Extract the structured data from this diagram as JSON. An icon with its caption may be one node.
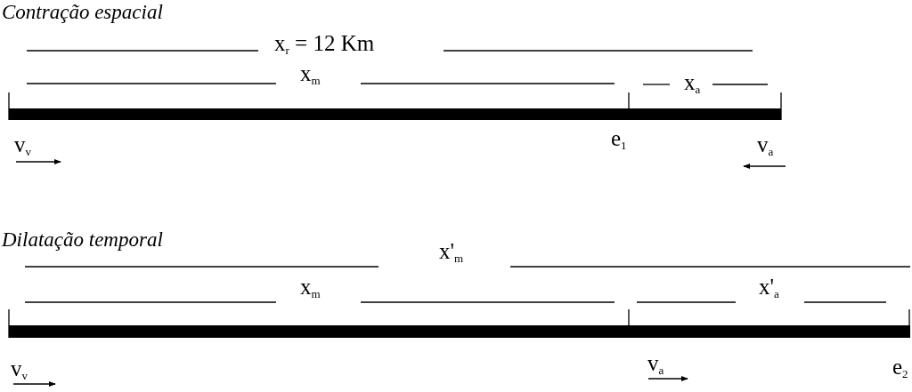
{
  "diagram": {
    "labels": [
      "Contração espacial",
      "x$_{r}$ = 12 Km",
      "x$_{m}$",
      "x$_{a}$",
      "v$_{v}$",
      "e$_{1}$",
      "v$_{a}$",
      "Dilatação temporal",
      "x'$_{m}$",
      "x$_{m}$",
      "x'$_{a}$",
      "v$_{v}$",
      "v$_{a}$",
      "e$_{2}$"
    ]
  }
}
